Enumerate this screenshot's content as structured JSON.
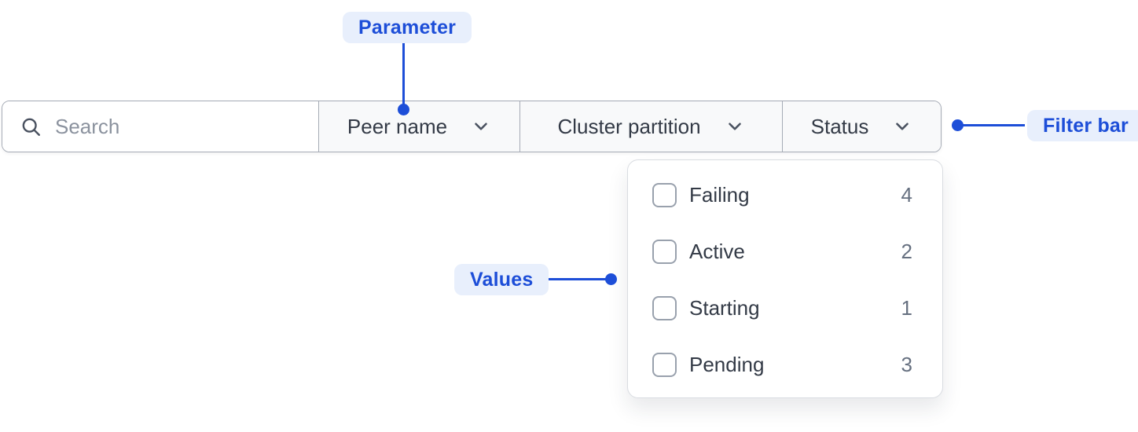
{
  "colors": {
    "accent": "#1d4ed8",
    "pill_bg": "#e8effc",
    "bar_border": "#a5abb5",
    "section_bg": "#f8f9fa",
    "panel_border": "#d9dce1",
    "text_dark": "#333a46",
    "text_muted": "#667080"
  },
  "annotations": {
    "parameter": {
      "label": "Parameter"
    },
    "filter_bar": {
      "label": "Filter bar"
    },
    "values": {
      "label": "Values"
    }
  },
  "filter_bar": {
    "search": {
      "placeholder": "Search",
      "value": "",
      "icon": "search-icon"
    },
    "dropdowns": [
      {
        "label": "Peer name",
        "icon": "chevron-down-icon"
      },
      {
        "label": "Cluster partition",
        "icon": "chevron-down-icon"
      },
      {
        "label": "Status",
        "icon": "chevron-down-icon"
      }
    ]
  },
  "status_dropdown": {
    "options": [
      {
        "label": "Failing",
        "count": "4",
        "checked": false
      },
      {
        "label": "Active",
        "count": "2",
        "checked": false
      },
      {
        "label": "Starting",
        "count": "1",
        "checked": false
      },
      {
        "label": "Pending",
        "count": "3",
        "checked": false
      }
    ]
  }
}
